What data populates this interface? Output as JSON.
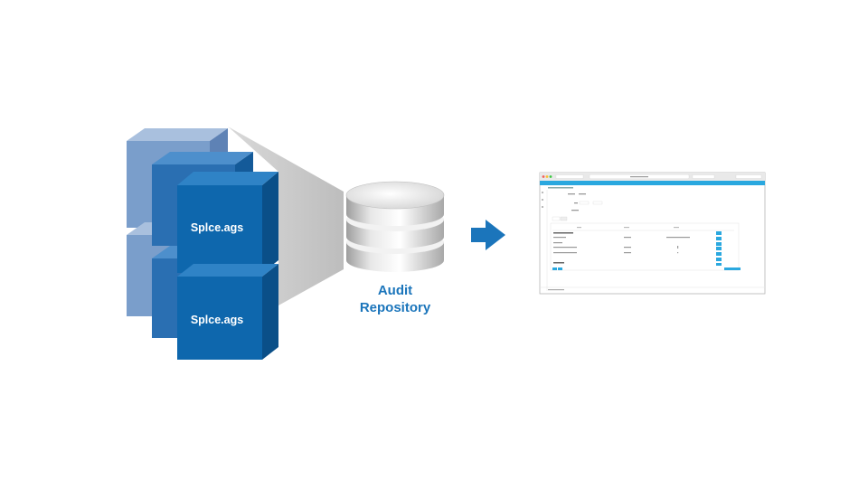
{
  "cubes": {
    "top_label": "Splce.ags",
    "bottom_label": "Splce.ags"
  },
  "repository": {
    "line1": "Audit",
    "line2": "Repository"
  },
  "colors": {
    "cube_front": "#0e67ad",
    "cube_top": "#2f83c6",
    "cube_side": "#0a4f88",
    "ghost_front": "#7a9ecb",
    "repo_text": "#1b75bb",
    "arrow": "#1b75bb",
    "browser_bar": "#2aa8df"
  },
  "icons": {
    "database": "database-icon",
    "arrow": "arrow-right-icon"
  }
}
